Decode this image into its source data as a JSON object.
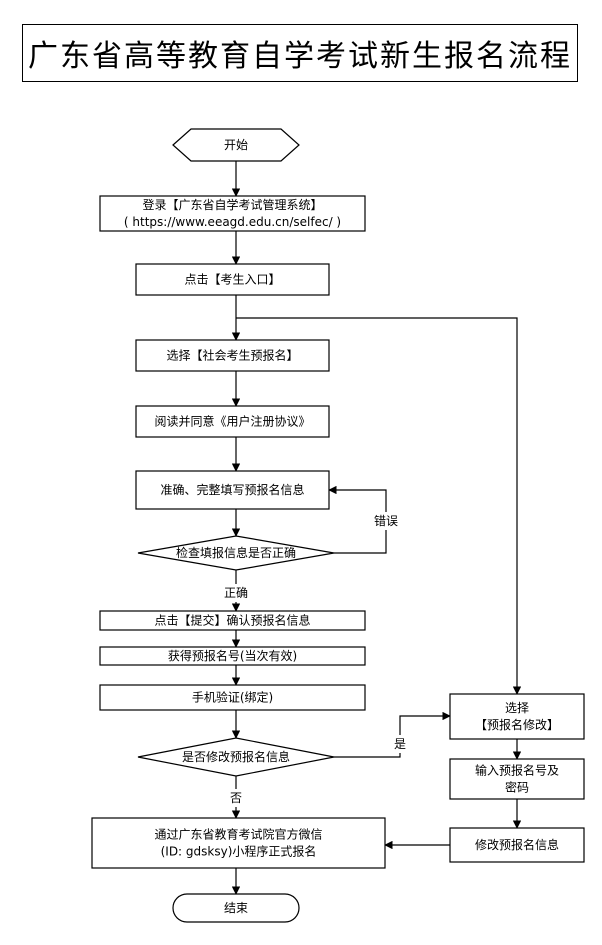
{
  "title": "广东省高等教育自学考试新生报名流程",
  "nodes": {
    "start": {
      "lines": [
        "开始"
      ]
    },
    "login": {
      "lines": [
        "登录【广东省自学考试管理系统】",
        "( https://www.eeagd.edu.cn/selfec/ )"
      ]
    },
    "click_entry": {
      "lines": [
        "点击【考生入口】"
      ]
    },
    "select_social": {
      "lines": [
        "选择【社会考生预报名】"
      ]
    },
    "read_agree": {
      "lines": [
        "阅读并同意《用户注册协议》"
      ]
    },
    "fill_info": {
      "lines": [
        "准确、完整填写预报名信息"
      ]
    },
    "check_info": {
      "lines": [
        "检查填报信息是否正确"
      ]
    },
    "submit": {
      "lines": [
        "点击【提交】确认预报名信息"
      ]
    },
    "get_number": {
      "lines": [
        "获得预报名号(当次有效)"
      ]
    },
    "phone_verify": {
      "lines": [
        "手机验证(绑定)"
      ]
    },
    "modify_q": {
      "lines": [
        "是否修改预报名信息"
      ]
    },
    "wechat": {
      "lines": [
        "通过广东省教育考试院官方微信",
        "(ID: gdsksy)小程序正式报名"
      ]
    },
    "end": {
      "lines": [
        "结束"
      ]
    },
    "select_modify": {
      "lines": [
        "选择",
        "【预报名修改】"
      ]
    },
    "input_number": {
      "lines": [
        "输入预报名号及",
        "密码"
      ]
    },
    "modify_info": {
      "lines": [
        "修改预报名信息"
      ]
    }
  },
  "edge_labels": {
    "error": "错误",
    "correct": "正确",
    "yes": "是",
    "no": "否"
  }
}
